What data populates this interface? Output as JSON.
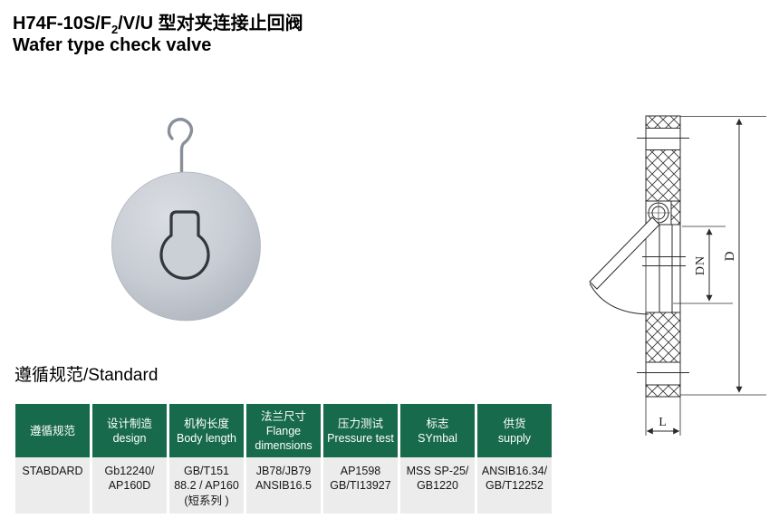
{
  "header": {
    "title_model": {
      "pre": "H74F-10S/F",
      "sub": "2",
      "post": "/V/U 型对夹连接止回阀"
    },
    "title_en": "Wafer type check valve"
  },
  "drawing": {
    "dn_label": "DN",
    "d_label": "D",
    "l_label": "L"
  },
  "standards": {
    "heading": "遵循规范/Standard"
  },
  "table": {
    "headers": [
      "遵循规范",
      "设计制造\ndesign",
      "机构长度\nBody length",
      "法兰尺寸\nFlange\ndimensions",
      "压力测试\nPressure test",
      "标志\nSYmbal",
      "供货\nsupply"
    ],
    "row": [
      "STABDARD",
      "Gb12240/\nAP160D",
      "GB/T151\n88.2 / AP160\n(短系列 )",
      "JB78/JB79\nANSIB16.5",
      "AP1598\nGB/TI13927",
      "MSS SP-25/\nGB1220",
      "ANSIB16.34/\nGB/T12252"
    ]
  },
  "colors": {
    "header_green": "#176a4b",
    "row_gray": "#ececec"
  }
}
